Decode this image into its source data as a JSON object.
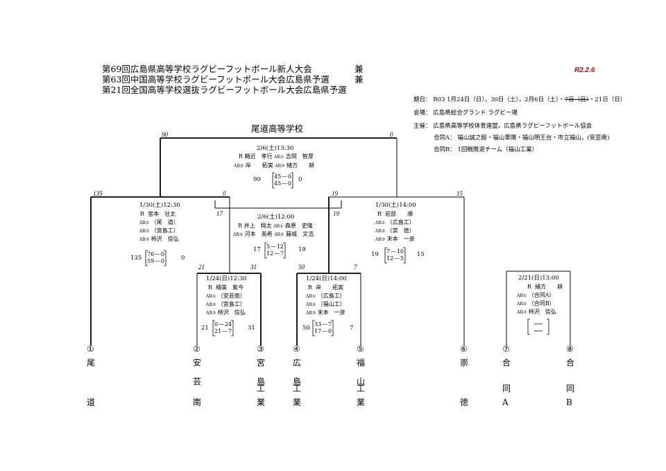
{
  "header": {
    "title_lines": [
      "第69回広島県高等学校ラグビーフットボール新人大会",
      "第63回中国高等学校ラグビーフットボール大会広島県予選",
      "第21回全国高等学校選抜ラグビーフットボール大会広島県予選"
    ],
    "ken": [
      "兼",
      "兼"
    ],
    "doc_date": "R2.2.6"
  },
  "info": {
    "period_label": "期日：",
    "period_text": "R03  1月24日（日），30日（土），2月6日（土）・",
    "period_struck": "7日（日）",
    "period_tail": "・21日（日）",
    "venue_label": "会場：",
    "venue_text": "広島県総合グランド  ラグビー場",
    "host_label": "主催：",
    "host_text": "広島県高等学校体育連盟，広島県ラグビーフットボール協会",
    "joint_a": "合同A：  福山誠之館・福山葦陽・福山明王台・市立福山，(安芸南)",
    "joint_b": "合同B：  1回戦敗退チーム（福山工業）"
  },
  "winner": "尾道高等学校",
  "teams": [
    {
      "num": "①",
      "chars": [
        "尾",
        "",
        "",
        "道"
      ]
    },
    {
      "num": "②",
      "chars": [
        "安",
        "芸",
        "",
        "南"
      ]
    },
    {
      "num": "③",
      "chars": [
        "宮",
        "島",
        "工",
        "業"
      ]
    },
    {
      "num": "④",
      "chars": [
        "広",
        "島",
        "工",
        "業"
      ]
    },
    {
      "num": "⑤",
      "chars": [
        "福",
        "山",
        "工",
        "業"
      ]
    },
    {
      "num": "⑥",
      "chars": [
        "崇",
        "",
        "",
        "徳"
      ]
    },
    {
      "num": "⑦",
      "chars": [
        "合",
        "",
        "同",
        "A"
      ]
    },
    {
      "num": "⑧",
      "chars": [
        "合",
        "",
        "同",
        "B"
      ]
    }
  ],
  "scores": {
    "final_l": "90",
    "final_r": "0",
    "sf1_l": "135",
    "sf1_r": "0",
    "sf2_l": "19",
    "sf2_r": "15",
    "qf2_l": "17",
    "qf2_r": "19",
    "r1a_l": "21",
    "r1a_r": "31",
    "r1b_l": "50",
    "r1b_r": "7"
  },
  "matches": {
    "final": {
      "date": "2/6(土)13:30",
      "ref1_r": "R",
      "ref1_name": "頼近　孝行",
      "ref1_ar": "AR①",
      "ref1_name2": "吉岡　智厚",
      "ref2_ar": "AR②",
      "ref2_name": "岸　　拓実",
      "ref2_ar2": "AR③",
      "ref2_name2": "緒方　　耕",
      "total_l": "90",
      "total_r": "0",
      "h1_l": "45",
      "h1_r": "0",
      "h2_l": "45",
      "h2_r": "0"
    },
    "sf1": {
      "date": "1/30(土)12:30",
      "r_label": "R",
      "r_name": "宮本　壮太",
      "ar1": "AR①",
      "ar1_name": "（尾　道）",
      "ar2": "AR②",
      "ar2_name": "（宮島工）",
      "ar3": "AR③",
      "ar3_name": "柿沢　信弘",
      "total_l": "135",
      "total_r": "0",
      "h1_l": "76",
      "h1_r": "0",
      "h2_l": "59",
      "h2_r": "0"
    },
    "qf2": {
      "date": "2/6(土)12:00",
      "ref1_r": "R",
      "ref1_name": "井上　翔太",
      "ref1_ar": "AR①",
      "ref1_name2": "森原　史隆",
      "ref2_ar": "AR②",
      "ref2_name": "河本　英希",
      "ref2_ar2": "AR③",
      "ref2_name2": "藤城　文浩",
      "total_l": "17",
      "total_r": "19",
      "h1_l": "5",
      "h1_r": "12",
      "h2_l": "12",
      "h2_r": "7"
    },
    "sf2": {
      "date": "1/30(土)14:00",
      "r_label": "R",
      "r_name": "岩部　　順",
      "ar1": "AR①",
      "ar1_name": "（広島工）",
      "ar2": "AR②",
      "ar2_name": "（崇　徳）",
      "ar3": "AR③",
      "ar3_name": "末本　一彦",
      "total_l": "19",
      "total_r": "15",
      "h1_l": "7",
      "h1_r": "10",
      "h2_l": "12",
      "h2_r": "5"
    },
    "r1a": {
      "date": "1/24(日)12:30",
      "r_label": "R",
      "r_name": "細美　紫今",
      "ar1": "AR①",
      "ar1_name": "（安芸南）",
      "ar2": "AR②",
      "ar2_name": "（宮島工）",
      "ar3": "AR③",
      "ar3_name": "柿沢　信弘",
      "total_l": "21",
      "total_r": "31",
      "h1_l": "0",
      "h1_r": "24",
      "h2_l": "21",
      "h2_r": "7"
    },
    "r1b": {
      "date": "1/24(日)14:00",
      "r_label": "R",
      "r_name": "岸　　拓実",
      "ar1": "AR①",
      "ar1_name": "（広島工）",
      "ar2": "AR②",
      "ar2_name": "（福山工）",
      "ar3": "AR③",
      "ar3_name": "末本　一彦",
      "total_l": "50",
      "total_r": "7",
      "h1_l": "33",
      "h1_r": "7",
      "h2_l": "17",
      "h2_r": "0"
    },
    "joint": {
      "date": "2/21(日)13:00",
      "r_label": "R",
      "r_name": "緒方　　耕",
      "ar1": "AR①",
      "ar1_name": "（合同A）",
      "ar2": "AR②",
      "ar2_name": "（合同B）",
      "ar3": "AR③",
      "ar3_name": "柿沢　信弘"
    }
  }
}
